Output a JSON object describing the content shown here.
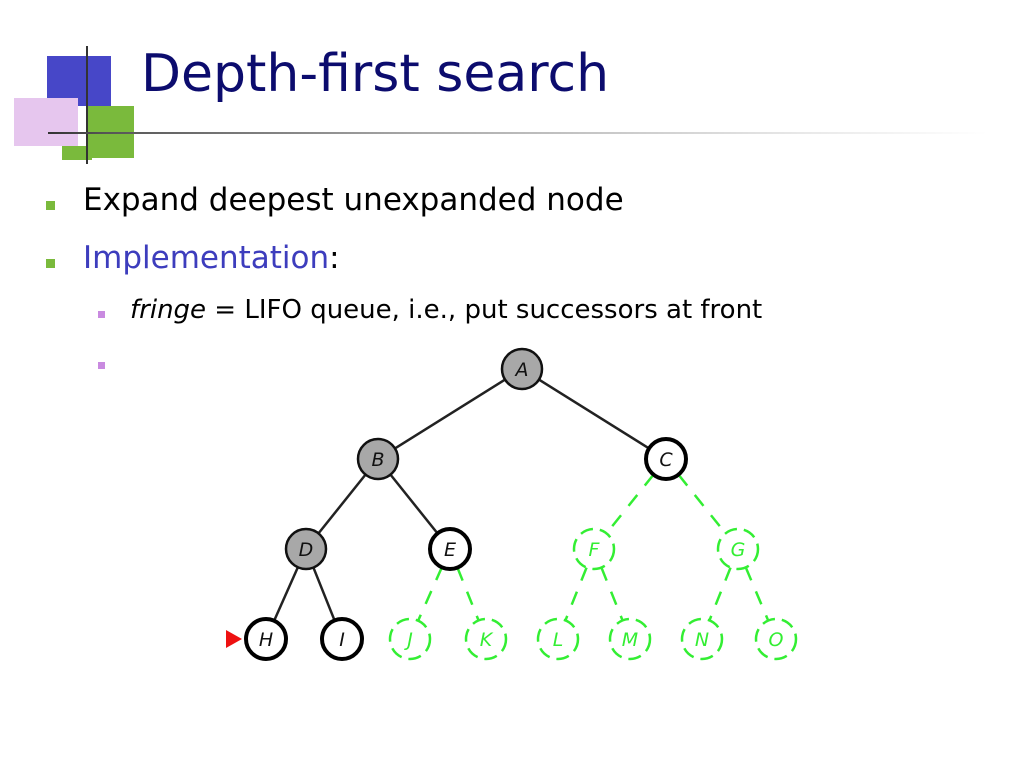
{
  "slide": {
    "title": "Depth-first search",
    "bullets": [
      {
        "text": "Expand deepest unexpanded node"
      },
      {
        "text_blue": "Implementation",
        "text_after": ":"
      }
    ],
    "subbullets": [
      {
        "italic": "fringe",
        "text": " = LIFO queue, i.e., put successors at front"
      },
      {
        "text": ""
      }
    ]
  },
  "colors": {
    "title": "#0c0c6e",
    "accent_blue": "#3d3dbd",
    "bullet_green": "#7aba3c",
    "subbullet_purple": "#c98ae0",
    "expanded_fill": "#a8a8a8",
    "fringe_fill": "#ffffff",
    "unexplored_stroke": "#33ee33",
    "current_marker": "#ee1111"
  },
  "tree": {
    "nodes": [
      {
        "id": "A",
        "label": "A",
        "state": "expanded"
      },
      {
        "id": "B",
        "label": "B",
        "state": "expanded"
      },
      {
        "id": "C",
        "label": "C",
        "state": "fringe"
      },
      {
        "id": "D",
        "label": "D",
        "state": "expanded"
      },
      {
        "id": "E",
        "label": "E",
        "state": "fringe"
      },
      {
        "id": "F",
        "label": "F",
        "state": "unexplored"
      },
      {
        "id": "G",
        "label": "G",
        "state": "unexplored"
      },
      {
        "id": "H",
        "label": "H",
        "state": "fringe",
        "current": true
      },
      {
        "id": "I",
        "label": "I",
        "state": "fringe"
      },
      {
        "id": "J",
        "label": "J",
        "state": "unexplored"
      },
      {
        "id": "K",
        "label": "K",
        "state": "unexplored"
      },
      {
        "id": "L",
        "label": "L",
        "state": "unexplored"
      },
      {
        "id": "M",
        "label": "M",
        "state": "unexplored"
      },
      {
        "id": "N",
        "label": "N",
        "state": "unexplored"
      },
      {
        "id": "O",
        "label": "O",
        "state": "unexplored"
      }
    ],
    "edges": [
      [
        "A",
        "B",
        "explored"
      ],
      [
        "A",
        "C",
        "explored"
      ],
      [
        "B",
        "D",
        "explored"
      ],
      [
        "B",
        "E",
        "explored"
      ],
      [
        "C",
        "F",
        "unexplored"
      ],
      [
        "C",
        "G",
        "unexplored"
      ],
      [
        "D",
        "H",
        "explored"
      ],
      [
        "D",
        "I",
        "explored"
      ],
      [
        "E",
        "J",
        "unexplored"
      ],
      [
        "E",
        "K",
        "unexplored"
      ],
      [
        "F",
        "L",
        "unexplored"
      ],
      [
        "F",
        "M",
        "unexplored"
      ],
      [
        "G",
        "N",
        "unexplored"
      ],
      [
        "G",
        "O",
        "unexplored"
      ]
    ]
  }
}
